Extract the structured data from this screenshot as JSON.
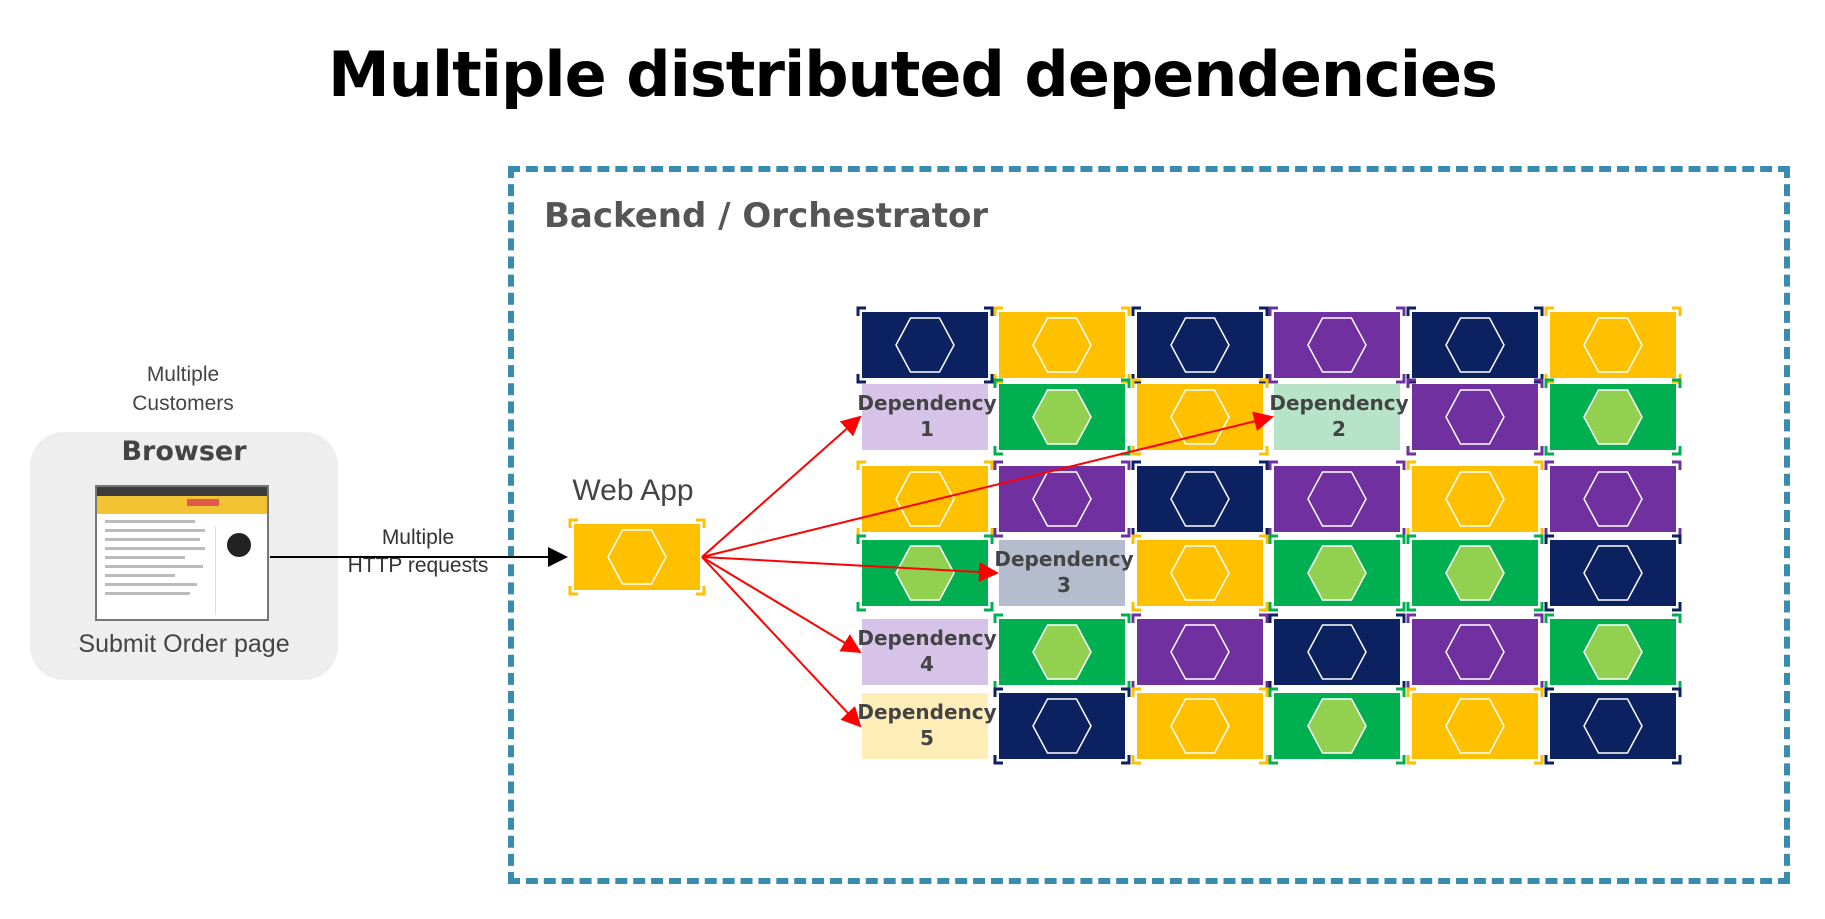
{
  "title": "Multiple distributed dependencies",
  "backend_label": "Backend / Orchestrator",
  "customers_label": "Multiple\nCustomers",
  "browser": {
    "title": "Browser",
    "caption": "Submit Order page"
  },
  "http_label": "Multiple\nHTTP requests",
  "web_app_label": "Web App",
  "colors": {
    "navy": "#0b2160",
    "yellow": "#ffc000",
    "purple": "#7030a0",
    "green": "#00b050",
    "light_green": "#92d050",
    "frame": "#3a8bb0",
    "arrow_red": "#ff0000",
    "dep1_bg": "#d7c3e8",
    "dep2_bg": "#b7e3c8",
    "dep3_bg": "#b4bcce",
    "dep4_bg": "#d7c3e8",
    "dep5_bg": "#ffeeb8"
  },
  "grid": [
    [
      "navy",
      "yellow",
      "navy",
      "purple",
      "navy",
      "yellow"
    ],
    [
      "dep1",
      "green",
      "yellow",
      "dep2",
      "purple",
      "green"
    ],
    [
      "yellow",
      "purple",
      "navy",
      "purple",
      "yellow",
      "purple"
    ],
    [
      "green",
      "dep3",
      "yellow",
      "green",
      "green",
      "navy"
    ],
    [
      "dep4",
      "green",
      "purple",
      "navy",
      "purple",
      "green"
    ],
    [
      "dep5",
      "navy",
      "yellow",
      "green",
      "yellow",
      "navy"
    ]
  ],
  "dependencies": [
    {
      "id": "dep1",
      "line1": "Dependency",
      "line2": "1"
    },
    {
      "id": "dep2",
      "line1": "Dependency",
      "line2": "2"
    },
    {
      "id": "dep3",
      "line1": "Dependency",
      "line2": "3"
    },
    {
      "id": "dep4",
      "line1": "Dependency",
      "line2": "4"
    },
    {
      "id": "dep5",
      "line1": "Dependency",
      "line2": "5"
    }
  ]
}
